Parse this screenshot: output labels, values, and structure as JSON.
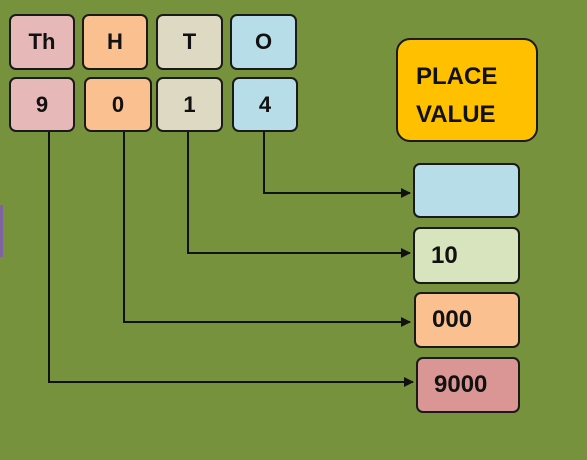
{
  "headers": {
    "thousands": "Th",
    "hundreds": "H",
    "tens": "T",
    "ones": "O"
  },
  "digits": {
    "thousands": "9",
    "hundreds": "0",
    "tens": "1",
    "ones": "4"
  },
  "place_value_title": {
    "line1": "PLACE",
    "line2": "VALUE"
  },
  "results": {
    "ones": "",
    "tens": "10",
    "hundreds": "000",
    "thousands": "9000"
  },
  "colors": {
    "background": "#76923c",
    "thousands": "#e6b9b8",
    "hundreds": "#fac090",
    "tens": "#ddd9c3",
    "ones": "#b7dde8",
    "title": "#ffc000",
    "result_tens": "#d7e4bd",
    "result_thousands": "#d99694"
  }
}
